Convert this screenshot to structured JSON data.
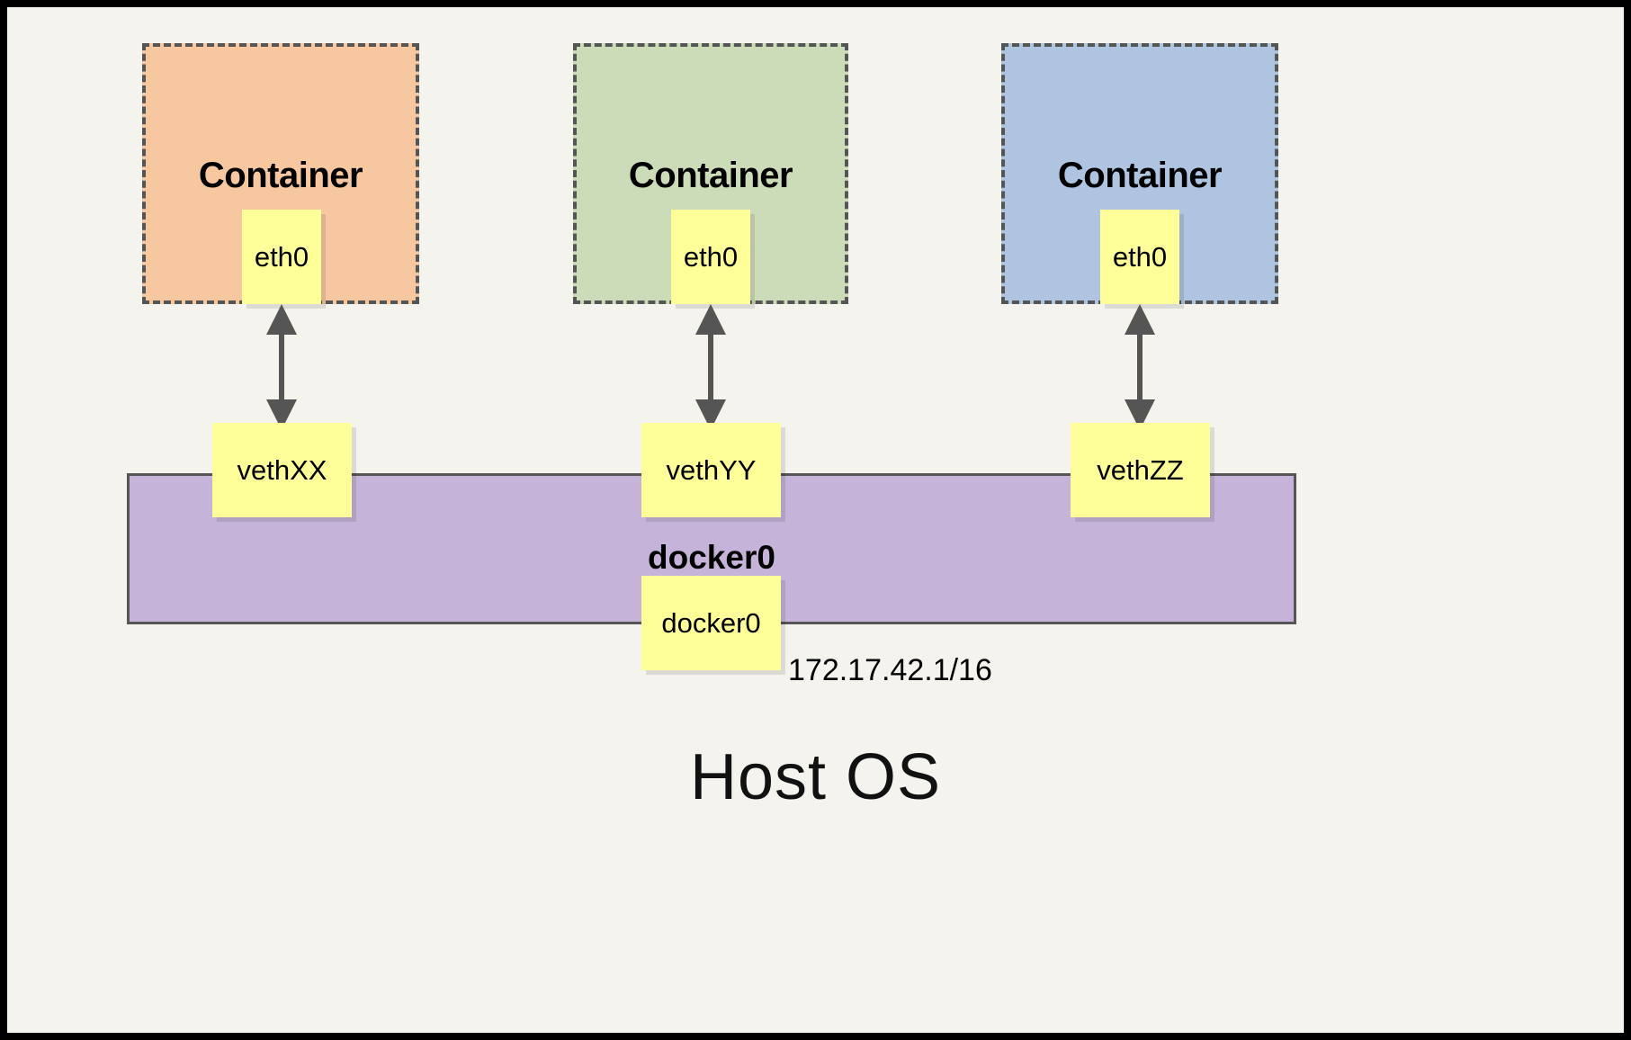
{
  "diagram": {
    "title_bottom": "Host OS",
    "background_color": "#f4f3ee",
    "frame_color": "#000000",
    "containers": [
      {
        "label": "Container",
        "fill": "#f7c79f",
        "border_color": "#555555",
        "interface": {
          "label": "eth0",
          "fill": "#ffff99"
        },
        "link": {
          "peer": "vethXX",
          "arrow": "double-headed",
          "color": "#555555"
        }
      },
      {
        "label": "Container",
        "fill": "#cddcb8",
        "border_color": "#555555",
        "interface": {
          "label": "eth0",
          "fill": "#ffff99"
        },
        "link": {
          "peer": "vethYY",
          "arrow": "double-headed",
          "color": "#555555"
        }
      },
      {
        "label": "Container",
        "fill": "#aec4e0",
        "border_color": "#555555",
        "interface": {
          "label": "eth0",
          "fill": "#ffff99"
        },
        "link": {
          "peer": "vethZZ",
          "arrow": "double-headed",
          "color": "#555555"
        }
      }
    ],
    "veth_endpoints": [
      {
        "label": "vethXX",
        "fill": "#ffff99"
      },
      {
        "label": "vethYY",
        "fill": "#ffff99"
      },
      {
        "label": "vethZZ",
        "fill": "#ffff99"
      }
    ],
    "bridge": {
      "title": "docker0",
      "fill": "#c5b3d9",
      "border_color": "#555555",
      "interface": {
        "label": "docker0",
        "fill": "#ffff99"
      },
      "ip_address": "172.17.42.1/16"
    }
  }
}
